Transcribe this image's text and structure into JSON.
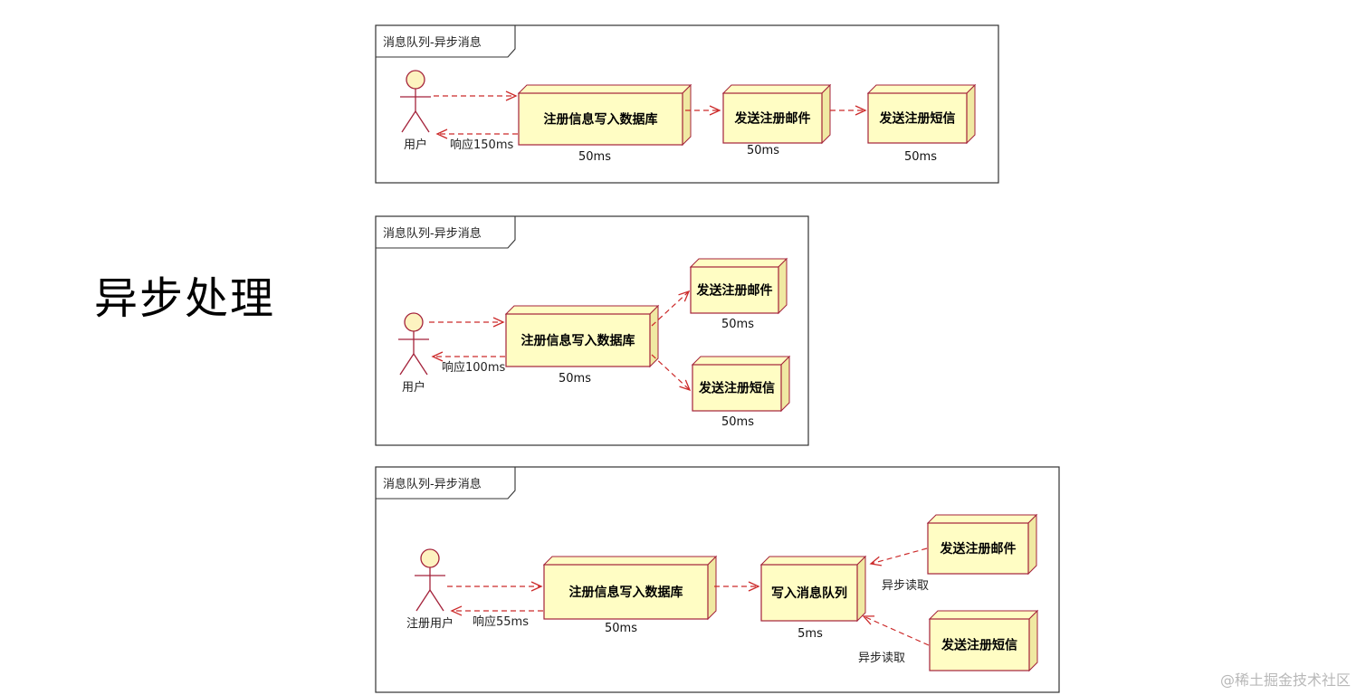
{
  "title": "异步处理",
  "watermark": "@稀土掘金技术社区",
  "colors": {
    "node_fill": "#fffdc4",
    "node_side": "#f0e9a2",
    "node_stroke": "#a4223a",
    "arrow": "#cc2a2a",
    "frame": "#333333",
    "actor_fill": "#fdf3c0"
  },
  "diagrams": [
    {
      "frame_title": "消息队列-异步消息",
      "actor": "用户",
      "nodes": [
        {
          "label": "注册信息写入数据库",
          "time": "50ms"
        },
        {
          "label": "发送注册邮件",
          "time": "50ms"
        },
        {
          "label": "发送注册短信",
          "time": "50ms"
        }
      ],
      "response": "响应150ms"
    },
    {
      "frame_title": "消息队列-异步消息",
      "actor": "用户",
      "nodes": [
        {
          "label": "注册信息写入数据库",
          "time": "50ms"
        },
        {
          "label": "发送注册邮件",
          "time": "50ms"
        },
        {
          "label": "发送注册短信",
          "time": "50ms"
        }
      ],
      "response": "响应100ms"
    },
    {
      "frame_title": "消息队列-异步消息",
      "actor": "注册用户",
      "nodes": [
        {
          "label": "注册信息写入数据库",
          "time": "50ms"
        },
        {
          "label": "写入消息队列",
          "time": "5ms"
        },
        {
          "label": "发送注册邮件"
        },
        {
          "label": "发送注册短信"
        }
      ],
      "response": "响应55ms",
      "async_labels": [
        "异步读取",
        "异步读取"
      ]
    }
  ]
}
